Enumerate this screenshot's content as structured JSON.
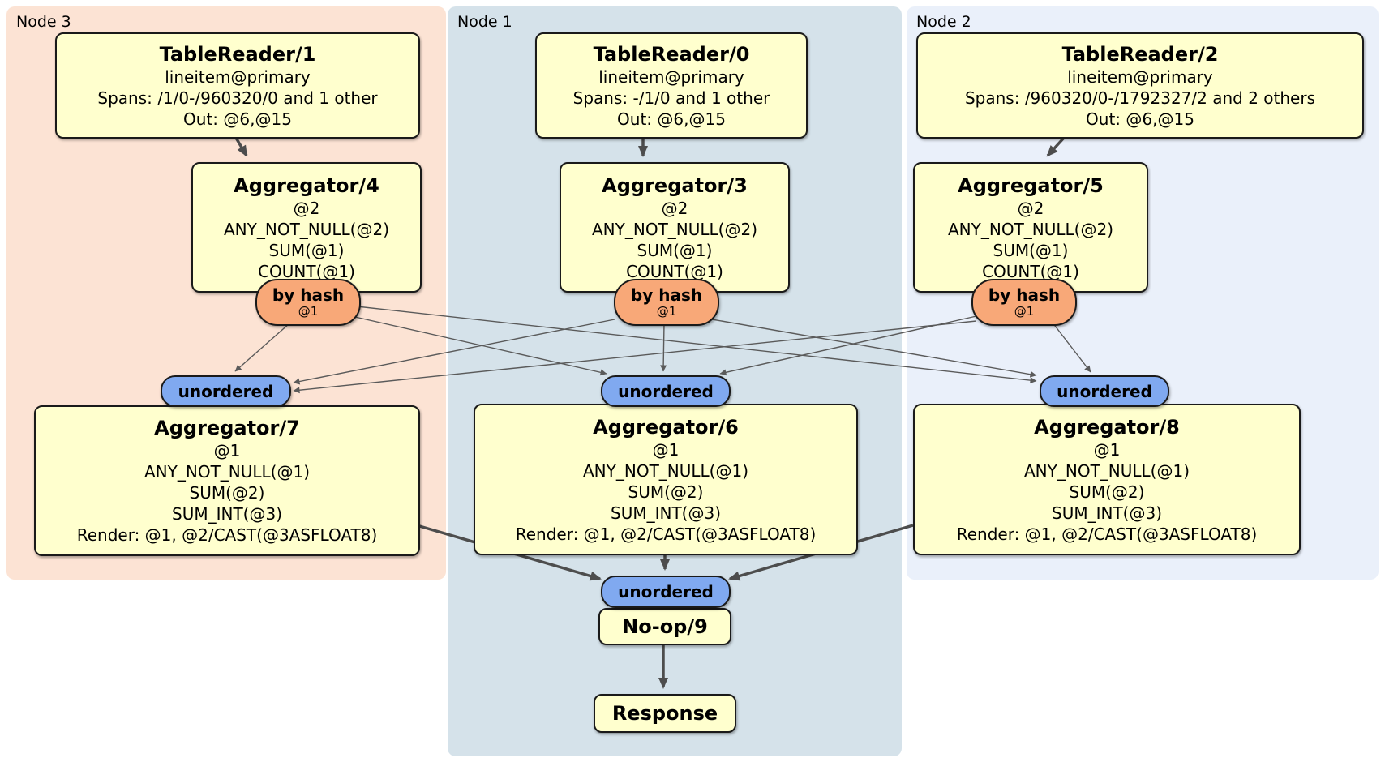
{
  "regions": {
    "node3": {
      "label": "Node 3",
      "bg": "#fce3d4"
    },
    "node1": {
      "label": "Node 1",
      "bg": "#d5e2ea"
    },
    "node2": {
      "label": "Node 2",
      "bg": "#eaf0fa"
    }
  },
  "colors": {
    "processor_fill": "#ffffce",
    "processor_border": "#1a1a1a",
    "router_fill": "#f8a878",
    "sync_fill": "#80a9f0",
    "edge": "#4d4d4d"
  },
  "boxes": {
    "tr1": {
      "title": "TableReader/1",
      "lines": [
        "lineitem@primary",
        "Spans: /1/0-/960320/0 and 1 other",
        "Out: @6,@15"
      ]
    },
    "tr0": {
      "title": "TableReader/0",
      "lines": [
        "lineitem@primary",
        "Spans: -/1/0 and 1 other",
        "Out: @6,@15"
      ]
    },
    "tr2": {
      "title": "TableReader/2",
      "lines": [
        "lineitem@primary",
        "Spans: /960320/0-/1792327/2 and 2 others",
        "Out: @6,@15"
      ]
    },
    "agg4": {
      "title": "Aggregator/4",
      "lines": [
        "@2",
        "ANY_NOT_NULL(@2)",
        "SUM(@1)",
        "COUNT(@1)"
      ]
    },
    "agg3": {
      "title": "Aggregator/3",
      "lines": [
        "@2",
        "ANY_NOT_NULL(@2)",
        "SUM(@1)",
        "COUNT(@1)"
      ]
    },
    "agg5": {
      "title": "Aggregator/5",
      "lines": [
        "@2",
        "ANY_NOT_NULL(@2)",
        "SUM(@1)",
        "COUNT(@1)"
      ]
    },
    "agg7": {
      "title": "Aggregator/7",
      "lines": [
        "@1",
        "ANY_NOT_NULL(@1)",
        "SUM(@2)",
        "SUM_INT(@3)",
        "Render: @1, @2/CAST(@3ASFLOAT8)"
      ]
    },
    "agg6": {
      "title": "Aggregator/6",
      "lines": [
        "@1",
        "ANY_NOT_NULL(@1)",
        "SUM(@2)",
        "SUM_INT(@3)",
        "Render: @1, @2/CAST(@3ASFLOAT8)"
      ]
    },
    "agg8": {
      "title": "Aggregator/8",
      "lines": [
        "@1",
        "ANY_NOT_NULL(@1)",
        "SUM(@2)",
        "SUM_INT(@3)",
        "Render: @1, @2/CAST(@3ASFLOAT8)"
      ]
    },
    "noop": {
      "title": "No-op/9"
    },
    "response": {
      "title": "Response"
    }
  },
  "router": {
    "label": "by hash",
    "detail": "@1"
  },
  "sync": {
    "label": "unordered"
  }
}
